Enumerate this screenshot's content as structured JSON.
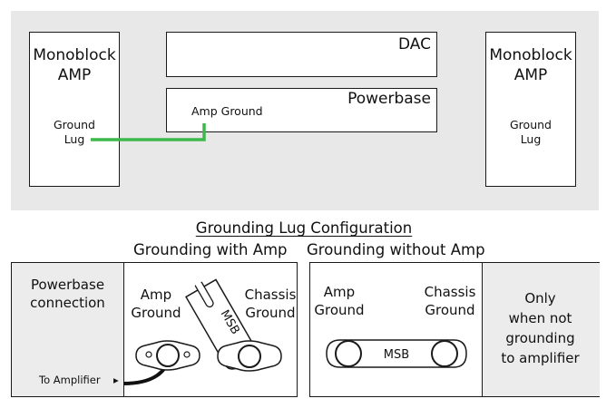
{
  "top_diagram": {
    "left_amp": {
      "title_line1": "Monoblock",
      "title_line2": "AMP",
      "label_line1": "Ground",
      "label_line2": "Lug"
    },
    "right_amp": {
      "title_line1": "Monoblock",
      "title_line2": "AMP",
      "label_line1": "Ground",
      "label_line2": "Lug"
    },
    "dac": {
      "label": "DAC"
    },
    "powerbase": {
      "label": "Powerbase",
      "terminal_label": "Amp Ground"
    },
    "wire_color": "#3db84b"
  },
  "lug_config": {
    "title": "Grounding Lug Configuration",
    "with_amp": {
      "heading": "Grounding with Amp",
      "side_label_line1": "Powerbase",
      "side_label_line2": "connection",
      "amp_ground_line1": "Amp",
      "amp_ground_line2": "Ground",
      "chassis_ground_line1": "Chassis",
      "chassis_ground_line2": "Ground",
      "lug_text": "MSB",
      "to_amplifier": "To Amplifier",
      "arrow": "▸"
    },
    "without_amp": {
      "heading": "Grounding without Amp",
      "amp_ground_line1": "Amp",
      "amp_ground_line2": "Ground",
      "chassis_ground_line1": "Chassis",
      "chassis_ground_line2": "Ground",
      "lug_text": "MSB",
      "note_line1": "Only",
      "note_line2": "when not",
      "note_line3": "grounding",
      "note_line4": "to amplifier"
    },
    "side_panel_color": "#ececec"
  }
}
